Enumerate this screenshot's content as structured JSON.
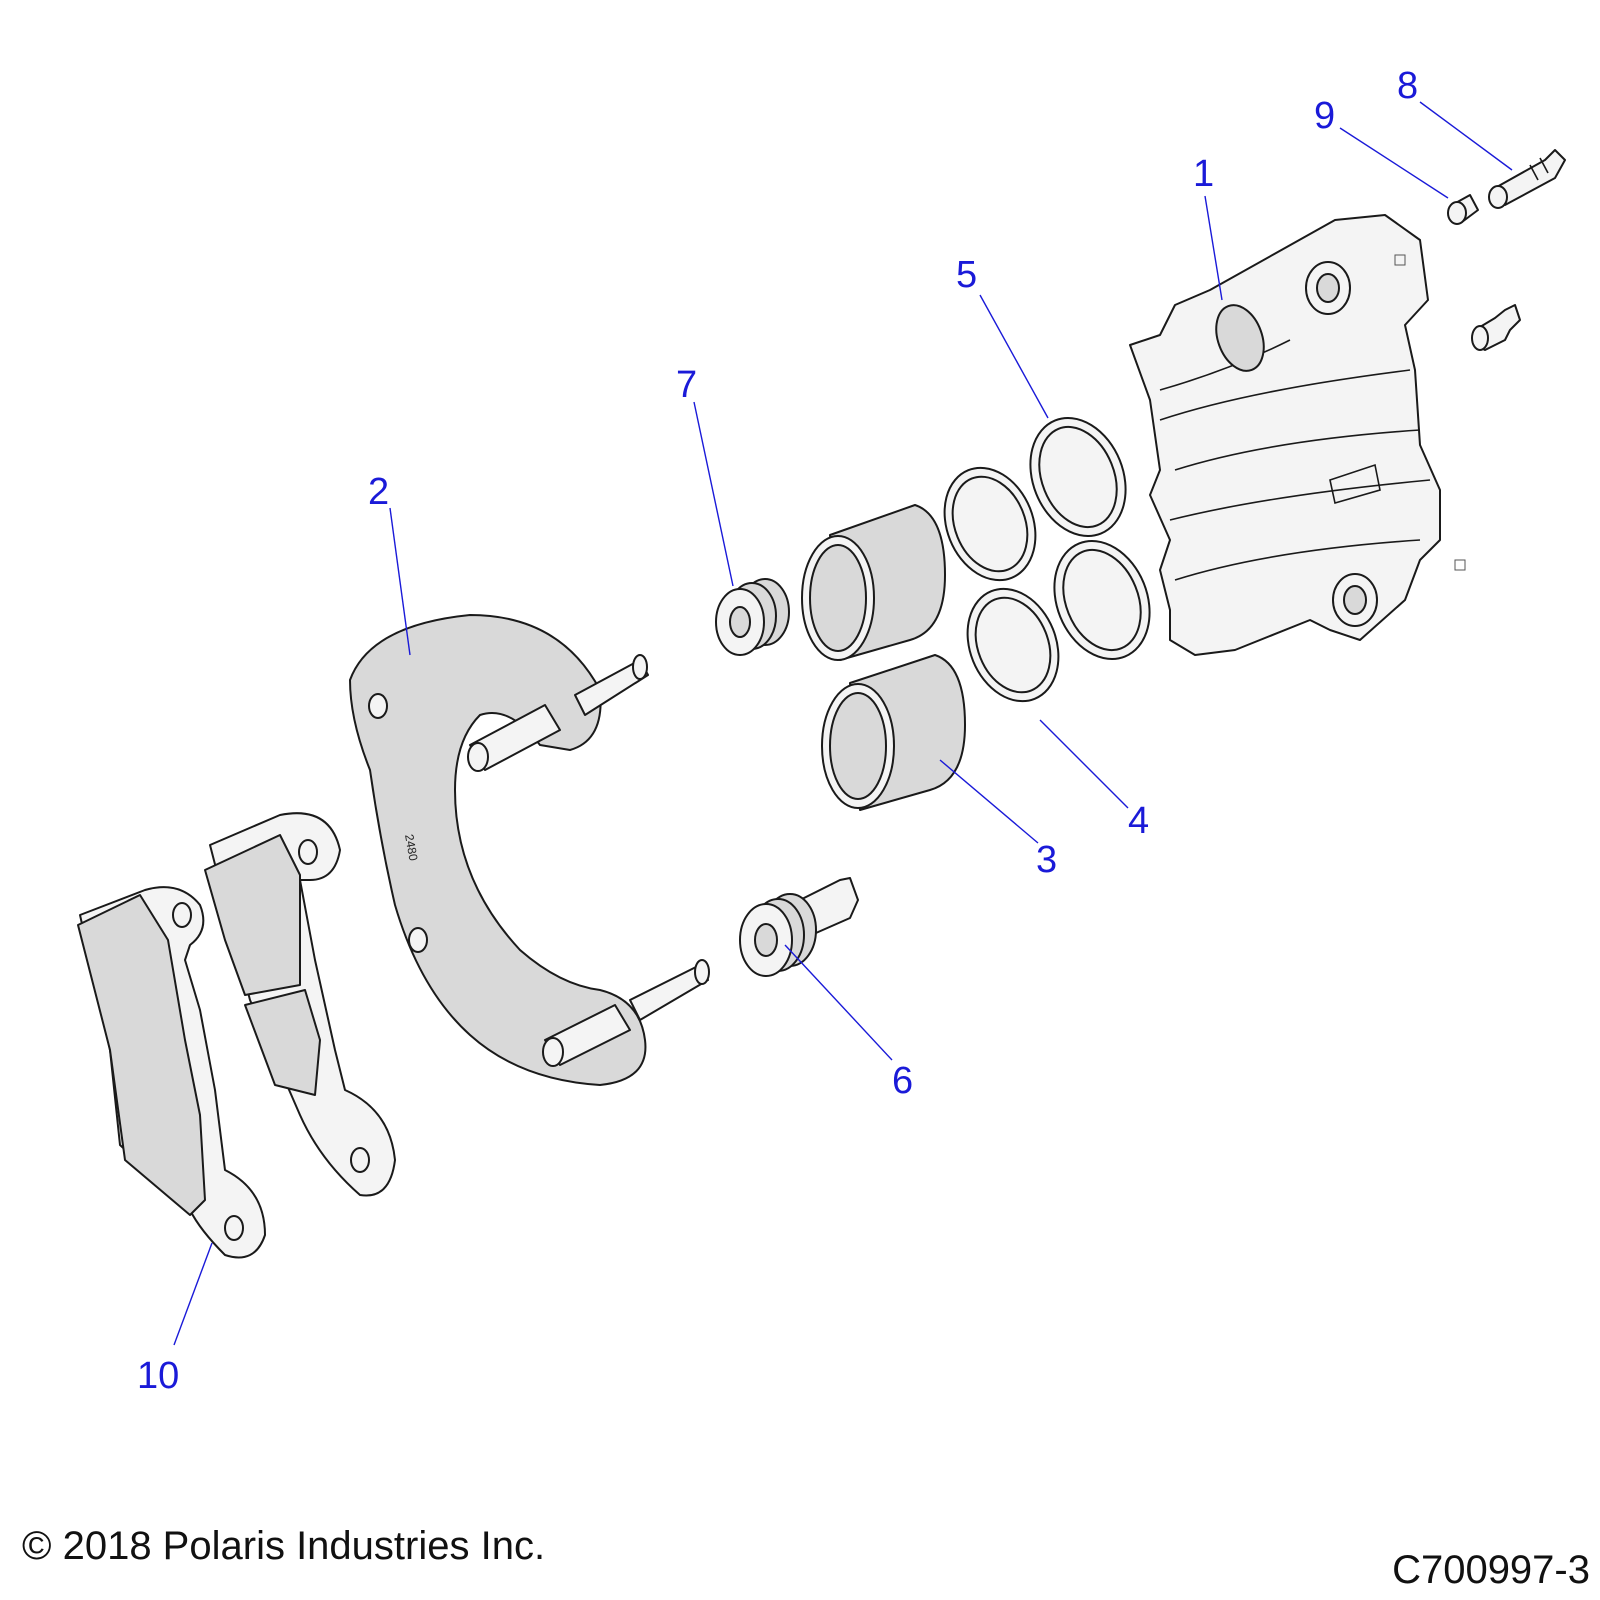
{
  "diagram": {
    "callouts": [
      {
        "id": "1",
        "label": "1"
      },
      {
        "id": "2",
        "label": "2"
      },
      {
        "id": "3",
        "label": "3"
      },
      {
        "id": "4",
        "label": "4"
      },
      {
        "id": "5",
        "label": "5"
      },
      {
        "id": "6",
        "label": "6"
      },
      {
        "id": "7",
        "label": "7"
      },
      {
        "id": "8",
        "label": "8"
      },
      {
        "id": "9",
        "label": "9"
      },
      {
        "id": "10",
        "label": "10"
      }
    ],
    "bracket_stamp": "2480",
    "callout_color": "#1a1ad8"
  },
  "footer": {
    "copyright": "© 2018 Polaris Industries Inc.",
    "drawing_number": "C700997-3"
  }
}
